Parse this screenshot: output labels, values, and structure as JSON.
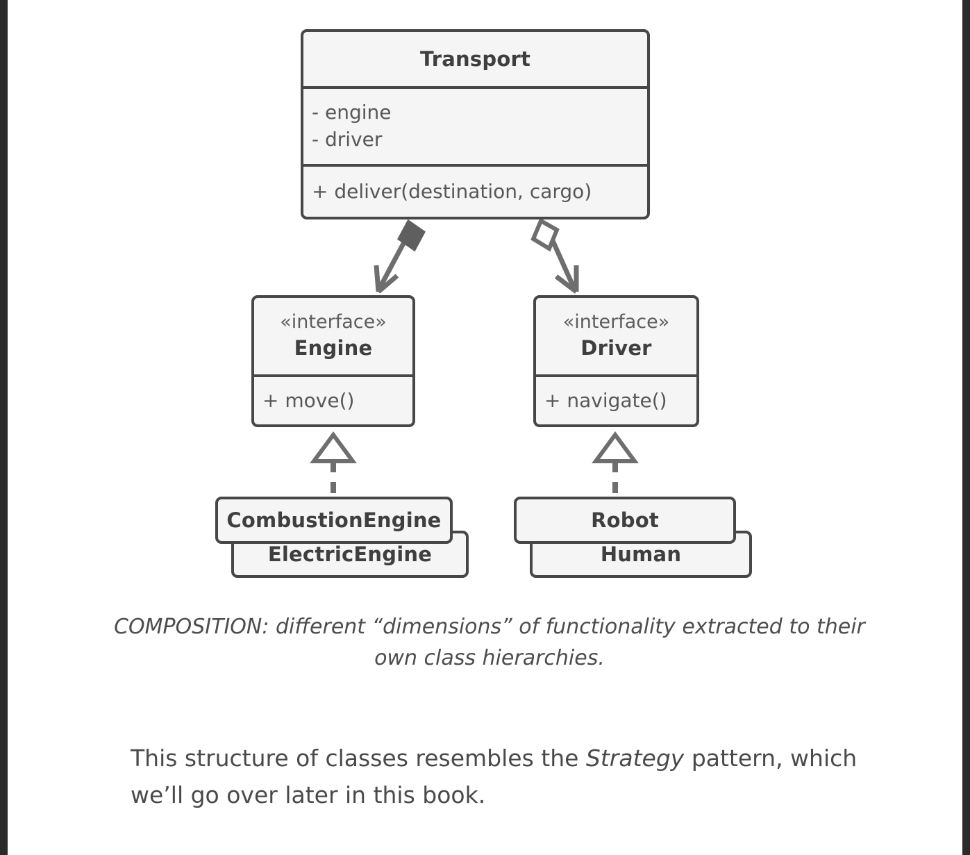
{
  "page": {
    "background_color": "#ffffff",
    "edge_bar_color": "#2b2b2b",
    "box_fill": "#f5f5f5",
    "box_border": "#474747",
    "text_color": "#4a4a4a"
  },
  "diagram": {
    "type": "uml-class-diagram",
    "classes": {
      "transport": {
        "name": "Transport",
        "attributes": [
          "- engine",
          "- driver"
        ],
        "operations": [
          "+ deliver(destination, cargo)"
        ]
      },
      "engine": {
        "stereotype": "«interface»",
        "name": "Engine",
        "operations": [
          "+ move()"
        ]
      },
      "driver": {
        "stereotype": "«interface»",
        "name": "Driver",
        "operations": [
          "+ navigate()"
        ]
      },
      "combustion_engine": {
        "name": "CombustionEngine"
      },
      "electric_engine": {
        "name": "ElectricEngine"
      },
      "robot": {
        "name": "Robot"
      },
      "human": {
        "name": "Human"
      }
    },
    "relationships": [
      {
        "from": "Transport",
        "to": "Engine",
        "type": "composition",
        "marker": "filled-diamond"
      },
      {
        "from": "Transport",
        "to": "Driver",
        "type": "aggregation",
        "marker": "hollow-diamond"
      },
      {
        "from": "CombustionEngine",
        "to": "Engine",
        "type": "realization",
        "marker": "hollow-triangle-dashed"
      },
      {
        "from": "ElectricEngine",
        "to": "Engine",
        "type": "realization",
        "marker": "hollow-triangle-dashed"
      },
      {
        "from": "Robot",
        "to": "Driver",
        "type": "realization",
        "marker": "hollow-triangle-dashed"
      },
      {
        "from": "Human",
        "to": "Driver",
        "type": "realization",
        "marker": "hollow-triangle-dashed"
      }
    ]
  },
  "caption": {
    "text": "COMPOSITION: different “dimensions” of functionality extracted to their own class hierarchies."
  },
  "body": {
    "before_em": "This structure of classes resembles the ",
    "em": "Strategy",
    "after_em": " pattern, which we’ll go over later in this book."
  }
}
